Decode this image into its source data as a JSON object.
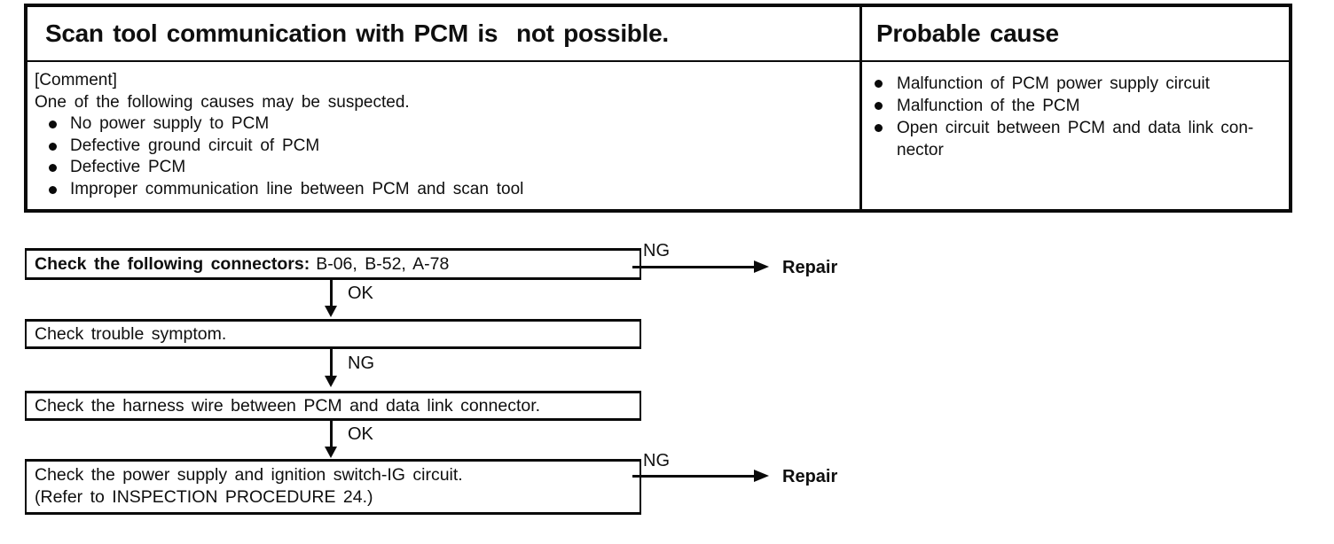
{
  "table": {
    "title": "Scan tool communication with PCM is  not possible.",
    "header_right": "Probable cause",
    "comment_tag": "[Comment]",
    "comment_line": "One of the following causes may be suspected.",
    "suspected_causes": [
      "No power supply to PCM",
      "Defective ground circuit of PCM",
      "Defective PCM",
      "Improper communication line between PCM and scan tool"
    ],
    "probable_causes": [
      "Malfunction of PCM power supply circuit",
      "Malfunction of the PCM",
      "Open circuit between PCM and data link con-\nnector"
    ]
  },
  "flowchart": {
    "steps": [
      {
        "bold_text": "Check the following connectors:",
        "normal_text": "B-06, B-52, A-78",
        "down_label": "OK",
        "branch_label": "NG",
        "branch_action": "Repair"
      },
      {
        "normal_text": "Check trouble symptom.",
        "down_label": "NG"
      },
      {
        "normal_text": "Check the harness wire between PCM and data link connector.",
        "down_label": "OK"
      },
      {
        "line1": "Check the power supply and ignition switch-IG circuit.",
        "line2": "(Refer to INSPECTION PROCEDURE 24.)",
        "branch_label": "NG",
        "branch_action": "Repair"
      }
    ]
  }
}
